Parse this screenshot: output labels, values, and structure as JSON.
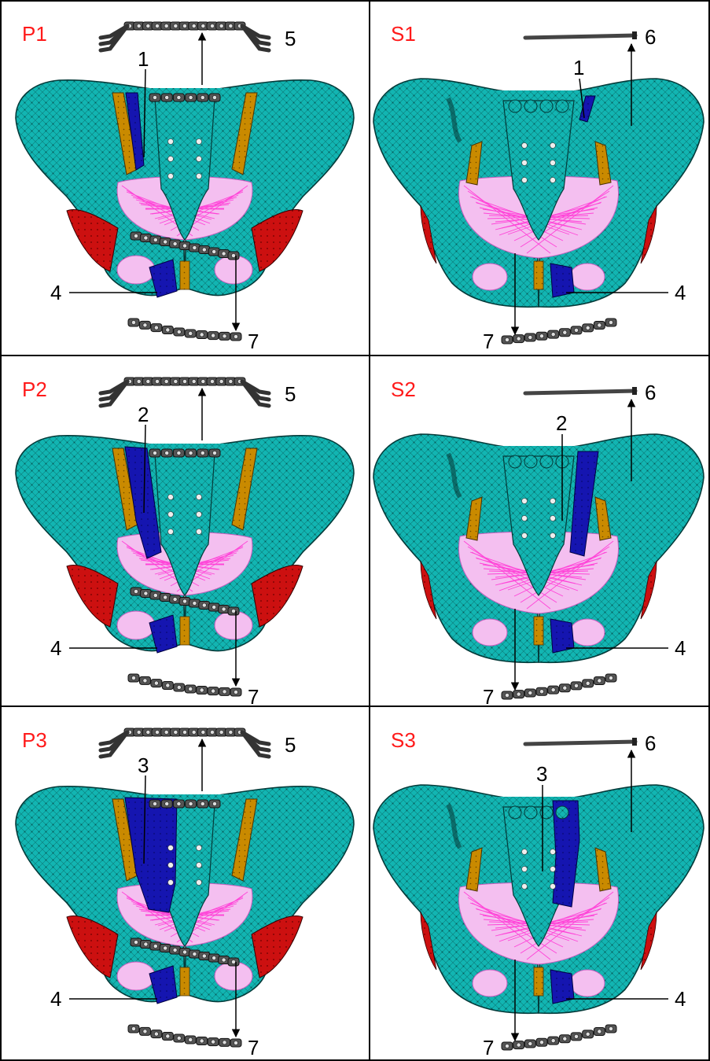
{
  "figure": {
    "colors": {
      "bone": "#12b5b2",
      "bone_edge": "#0a6d6b",
      "ligament_orange": "#c98a00",
      "fracture_blue": "#1515b0",
      "muscle_red": "#cc1010",
      "soft_tissue_pink": "#f4bff0",
      "spring_lines": "#ff44d8",
      "implant_gray": "#6a6a6a",
      "border": "#000000",
      "label_red": "#ff1a1a"
    },
    "panels": [
      {
        "label": "P1",
        "view": "posterior",
        "fracture_callout": "1",
        "fracture_extent": "small",
        "callouts": {
          "top_implant": "5",
          "pubic": "4",
          "bottom_plate": "7"
        }
      },
      {
        "label": "S1",
        "view": "anterior",
        "fracture_callout": "1",
        "fracture_extent": "small",
        "callouts": {
          "top_implant": "6",
          "pubic": "4",
          "bottom_plate": "7"
        }
      },
      {
        "label": "P2",
        "view": "posterior",
        "fracture_callout": "2",
        "fracture_extent": "medium",
        "callouts": {
          "top_implant": "5",
          "pubic": "4",
          "bottom_plate": "7"
        }
      },
      {
        "label": "S2",
        "view": "anterior",
        "fracture_callout": "2",
        "fracture_extent": "medium",
        "callouts": {
          "top_implant": "6",
          "pubic": "4",
          "bottom_plate": "7"
        }
      },
      {
        "label": "P3",
        "view": "posterior",
        "fracture_callout": "3",
        "fracture_extent": "large",
        "callouts": {
          "top_implant": "5",
          "pubic": "4",
          "bottom_plate": "7"
        }
      },
      {
        "label": "S3",
        "view": "anterior",
        "fracture_callout": "3",
        "fracture_extent": "large",
        "callouts": {
          "top_implant": "6",
          "pubic": "4",
          "bottom_plate": "7"
        }
      }
    ]
  }
}
